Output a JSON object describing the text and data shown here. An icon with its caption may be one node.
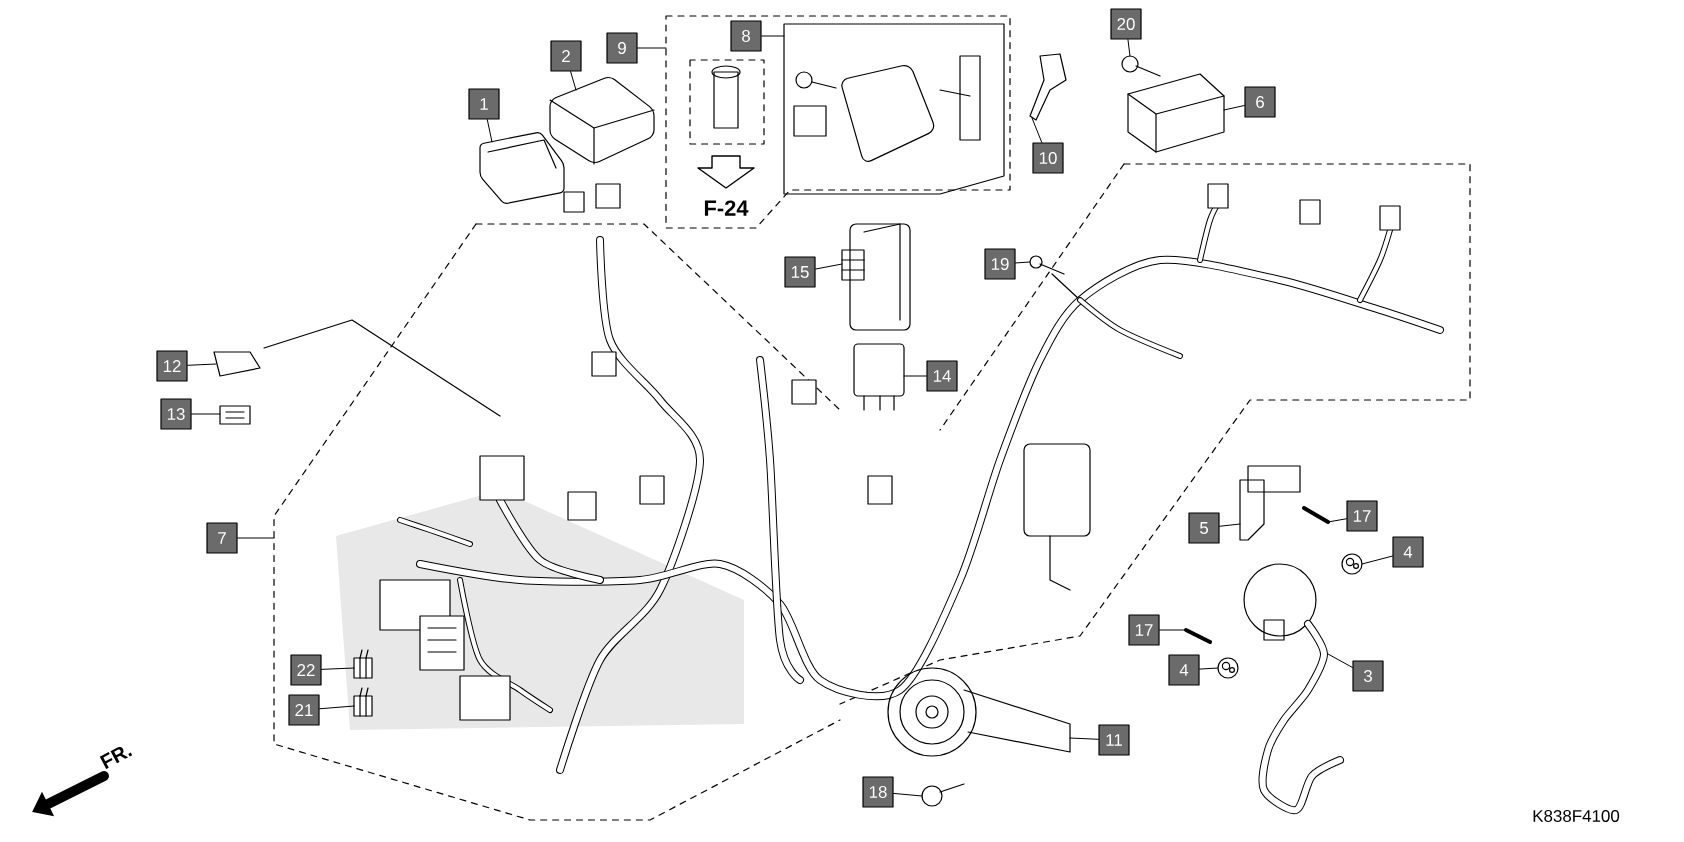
{
  "diagram": {
    "nodes": [
      {
        "text": [
          "20"
        ]
      },
      {
        "text": [
          "8"
        ]
      },
      {
        "text": [
          "9"
        ]
      },
      {
        "text": [
          "2"
        ]
      },
      {
        "text": [
          "1"
        ]
      },
      {
        "text": [
          "6"
        ]
      },
      {
        "text": [
          "10"
        ]
      },
      {
        "text": [
          "15"
        ]
      },
      {
        "text": [
          "19"
        ]
      },
      {
        "text": [
          "12"
        ]
      },
      {
        "text": [
          "14"
        ]
      },
      {
        "text": [
          "13"
        ]
      },
      {
        "text": [
          "5"
        ]
      },
      {
        "text": [
          "17"
        ]
      },
      {
        "text": [
          "7"
        ]
      },
      {
        "text": [
          "4"
        ]
      },
      {
        "text": [
          "17"
        ]
      },
      {
        "text": [
          "4"
        ]
      },
      {
        "text": [
          "22"
        ]
      },
      {
        "text": [
          "3"
        ]
      },
      {
        "text": [
          "21"
        ]
      },
      {
        "text": [
          "11"
        ]
      },
      {
        "text": [
          "18"
        ]
      },
      {
        "text": [],
        "shape": "picture"
      },
      {
        "text": [],
        "shape": "picture"
      },
      {
        "text": [],
        "shape": "picture"
      },
      {
        "text": [],
        "shape": "picture"
      },
      {
        "text": [],
        "shape": "picture"
      },
      {
        "text": [],
        "shape": "picture"
      },
      {
        "text": [],
        "shape": "picture"
      },
      {
        "text": [],
        "shape": "picture"
      },
      {
        "text": [],
        "shape": "picture"
      },
      {
        "text": [],
        "shape": "picture"
      },
      {
        "text": [],
        "shape": "picture"
      },
      {
        "text": [],
        "shape": "picture"
      },
      {
        "text": [],
        "shape": "picture"
      },
      {
        "text": [],
        "shape": "picture"
      },
      {
        "text": [],
        "shape": "picture"
      },
      {
        "text": [],
        "shape": "picture"
      },
      {
        "text": [],
        "shape": "picture"
      },
      {
        "text": [],
        "shape": "picture"
      },
      {
        "text": [],
        "shape": "picture"
      },
      {
        "text": [],
        "shape": "picture"
      }
    ],
    "edges": [
      {
        "from": 0,
        "to": 23,
        "arrow": "none"
      },
      {
        "from": 1,
        "to": null,
        "arrow": "none"
      },
      {
        "from": 2,
        "to": null,
        "arrow": "none"
      },
      {
        "from": 3,
        "to": 24,
        "arrow": "none"
      },
      {
        "from": 4,
        "to": 25,
        "arrow": "none"
      },
      {
        "from": 5,
        "to": 26,
        "arrow": "none"
      },
      {
        "from": 6,
        "to": 27,
        "arrow": "none"
      },
      {
        "from": 7,
        "to": 28,
        "arrow": "none"
      },
      {
        "from": 8,
        "to": 29,
        "arrow": "none"
      },
      {
        "from": 9,
        "to": 30,
        "arrow": "none"
      },
      {
        "from": 10,
        "to": 31,
        "arrow": "none"
      },
      {
        "from": 11,
        "to": 32,
        "arrow": "none"
      },
      {
        "from": 12,
        "to": 33,
        "arrow": "none"
      },
      {
        "from": 13,
        "to": 34,
        "arrow": "none"
      },
      {
        "from": 14,
        "to": null,
        "arrow": "none"
      },
      {
        "from": 15,
        "to": 35,
        "arrow": "none"
      },
      {
        "from": 16,
        "to": 36,
        "arrow": "none"
      },
      {
        "from": 17,
        "to": 37,
        "arrow": "none"
      },
      {
        "from": 18,
        "to": 38,
        "arrow": "none"
      },
      {
        "from": 19,
        "to": 39,
        "arrow": "none"
      },
      {
        "from": 20,
        "to": 40,
        "arrow": "none"
      },
      {
        "from": 21,
        "to": 41,
        "arrow": "none"
      },
      {
        "from": 22,
        "to": 42,
        "arrow": "none"
      }
    ],
    "labels": [
      "F-24",
      "FR.",
      "K838F4100"
    ]
  }
}
